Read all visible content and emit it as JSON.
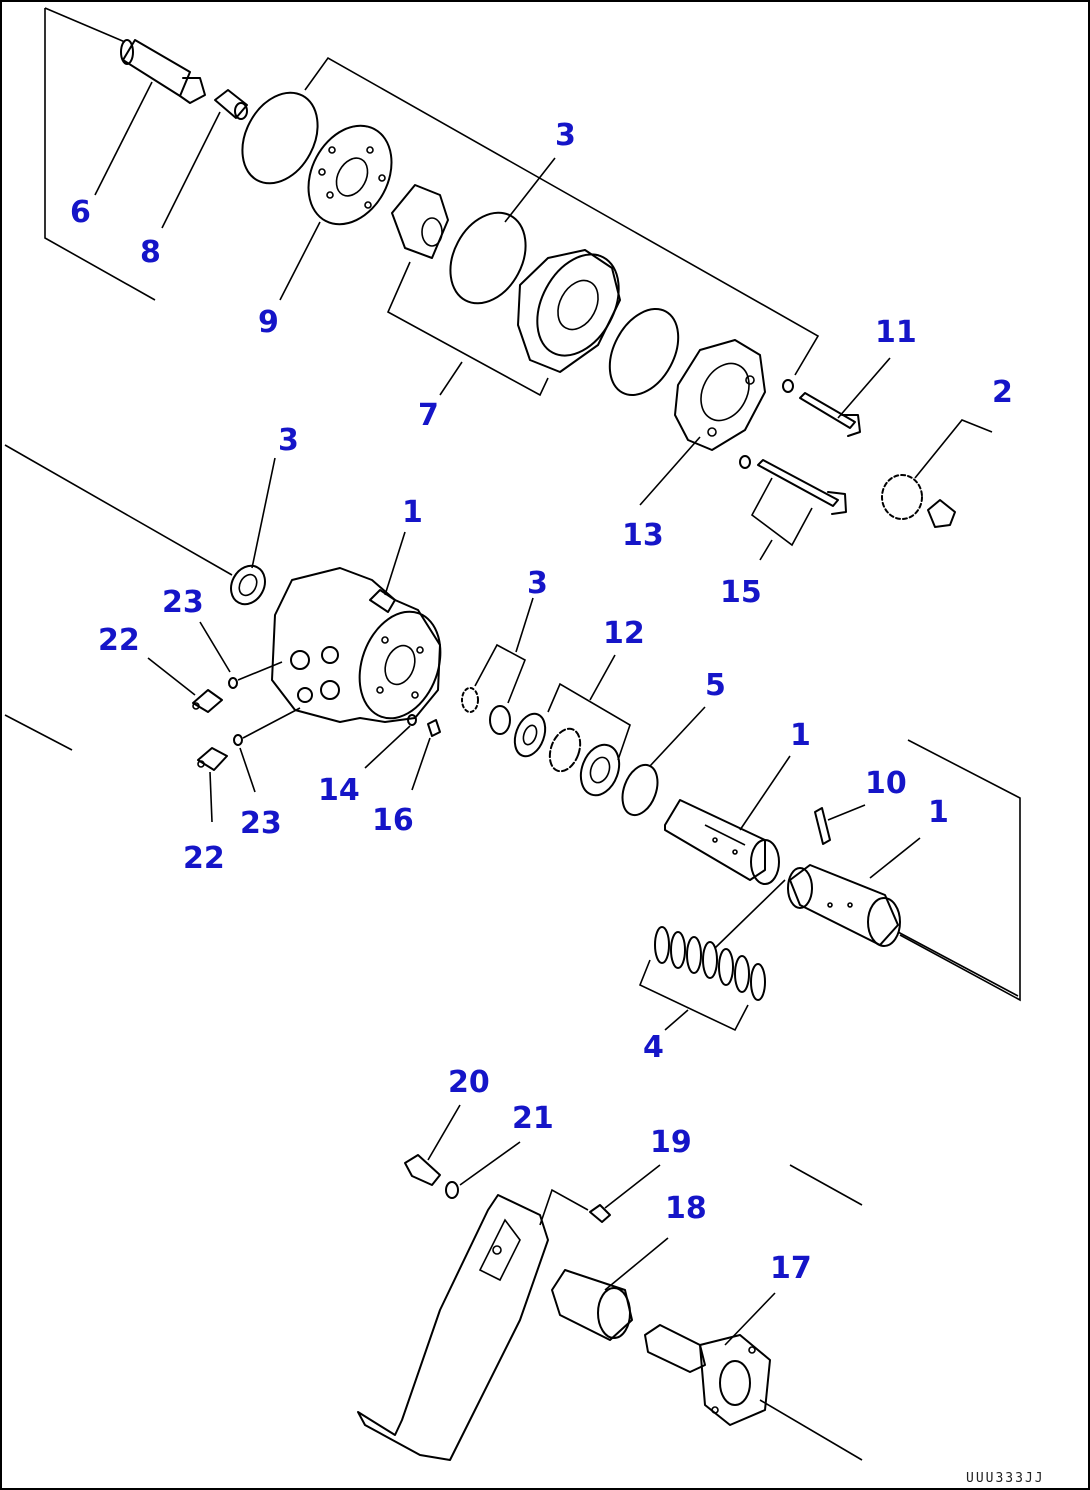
{
  "diagram": {
    "drawing_number": "UUU333JJ",
    "callouts": [
      {
        "id": "c6",
        "label": "6"
      },
      {
        "id": "c8",
        "label": "8"
      },
      {
        "id": "c9",
        "label": "9"
      },
      {
        "id": "c3a",
        "label": "3"
      },
      {
        "id": "c7",
        "label": "7"
      },
      {
        "id": "c11",
        "label": "11"
      },
      {
        "id": "c2",
        "label": "2"
      },
      {
        "id": "c13",
        "label": "13"
      },
      {
        "id": "c15",
        "label": "15"
      },
      {
        "id": "c3b",
        "label": "3"
      },
      {
        "id": "c1a",
        "label": "1"
      },
      {
        "id": "c23a",
        "label": "23"
      },
      {
        "id": "c22a",
        "label": "22"
      },
      {
        "id": "c22b",
        "label": "22"
      },
      {
        "id": "c23b",
        "label": "23"
      },
      {
        "id": "c14",
        "label": "14"
      },
      {
        "id": "c16",
        "label": "16"
      },
      {
        "id": "c3c",
        "label": "3"
      },
      {
        "id": "c12",
        "label": "12"
      },
      {
        "id": "c5",
        "label": "5"
      },
      {
        "id": "c1b",
        "label": "1"
      },
      {
        "id": "c10",
        "label": "10"
      },
      {
        "id": "c1c",
        "label": "1"
      },
      {
        "id": "c4",
        "label": "4"
      },
      {
        "id": "c20",
        "label": "20"
      },
      {
        "id": "c21",
        "label": "21"
      },
      {
        "id": "c19",
        "label": "19"
      },
      {
        "id": "c18",
        "label": "18"
      },
      {
        "id": "c17",
        "label": "17"
      }
    ]
  }
}
